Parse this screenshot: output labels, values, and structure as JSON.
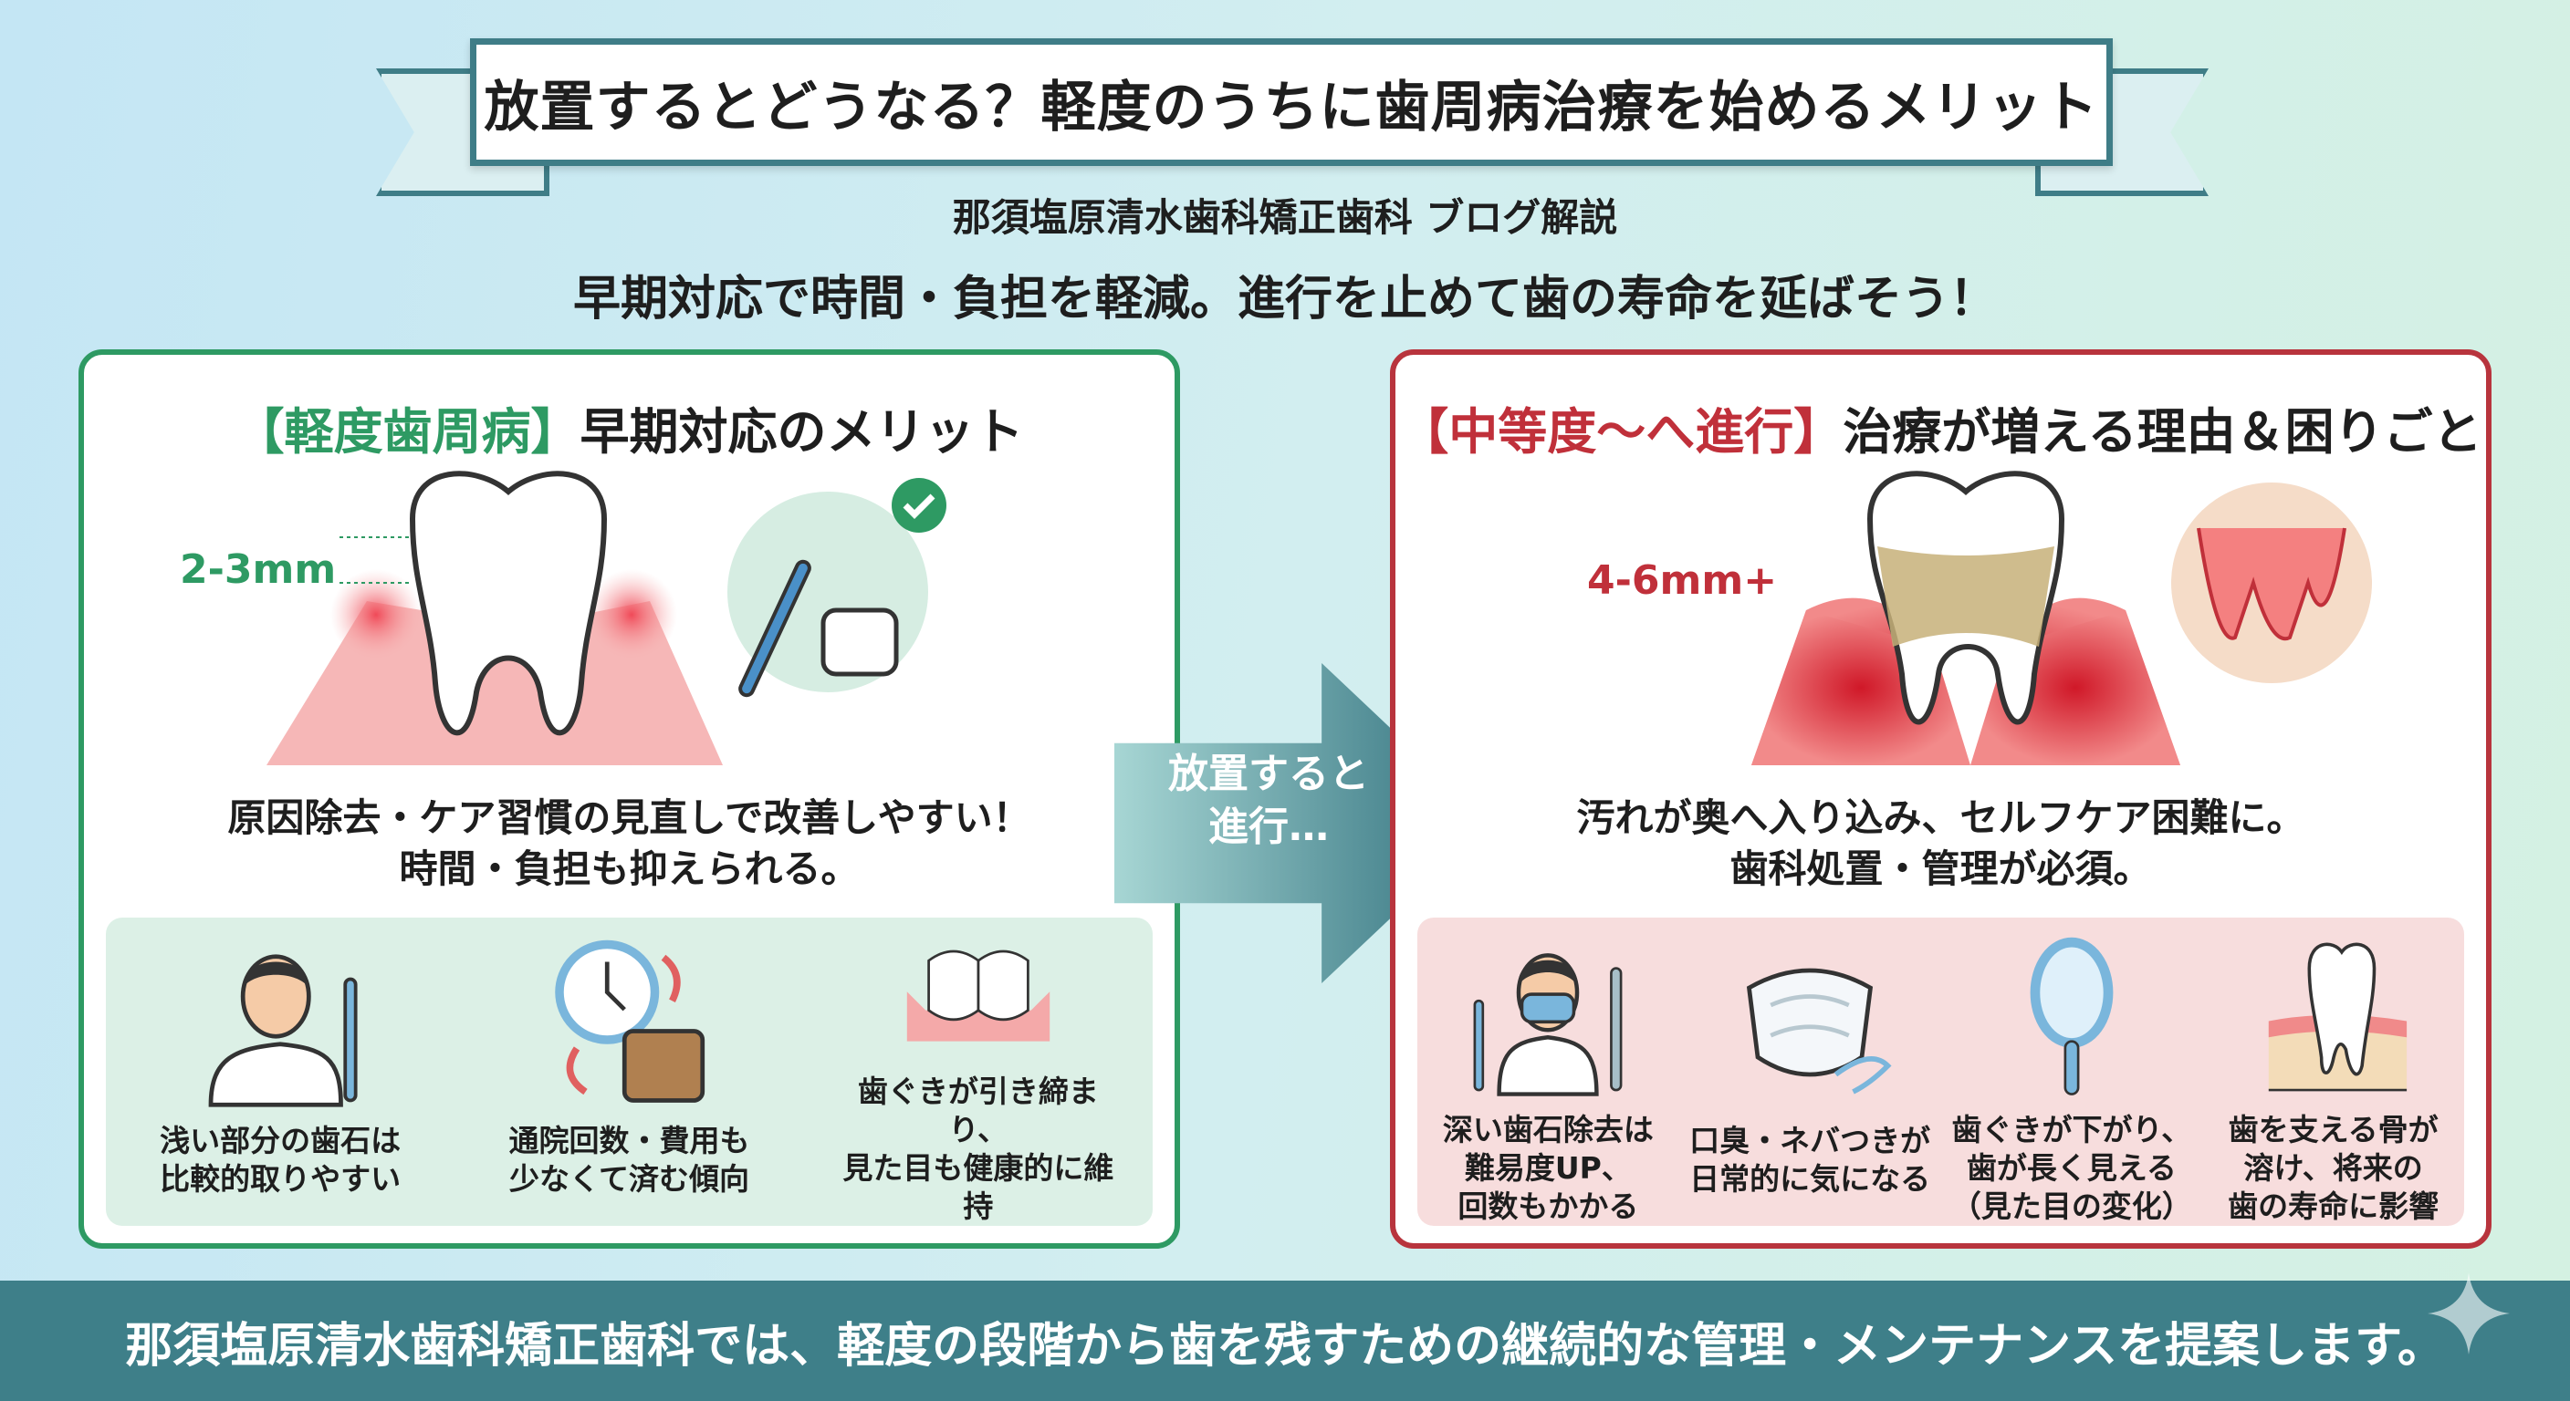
{
  "title": "放置するとどうなる？軽度のうちに歯周病治療を始めるメリット",
  "subtitle": "那須塩原清水歯科矯正歯科 ブログ解説",
  "tagline": "早期対応で時間・負担を軽減。進行を止めて歯の寿命を延ばそう！",
  "left": {
    "tag": "【軽度歯周病】",
    "heading": "早期対応のメリット",
    "depth": "2-3mm",
    "text1": "原因除去・ケア習慣の見直しで改善しやすい！",
    "text2": "時間・負担も抑えられる。",
    "items": [
      {
        "icon": "dentist-icon",
        "label": "浅い部分の歯石は\n比較的取りやすい"
      },
      {
        "icon": "clock-wallet-icon",
        "label": "通院回数・費用も\n少なくて済む傾向"
      },
      {
        "icon": "healthy-gums-icon",
        "label": "歯ぐきが引き締まり、\n見た目も健康的に維持"
      }
    ]
  },
  "arrow": "放置すると\n進行…",
  "right": {
    "tag": "【中等度〜へ進行】",
    "heading": "治療が増える理由＆困りごと",
    "depth": "4-6mm+",
    "text1": "汚れが奥へ入り込み、セルフケア困難に。",
    "text2": "歯科処置・管理が必須。",
    "items": [
      {
        "icon": "masked-dentist-icon",
        "label": "深い歯石除去は\n難易度UP、\n回数もかかる"
      },
      {
        "icon": "mask-breath-icon",
        "label": "口臭・ネバつきが\n日常的に気になる"
      },
      {
        "icon": "mirror-icon",
        "label": "歯ぐきが下がり、\n歯が長く見える\n（見た目の変化）"
      },
      {
        "icon": "loose-tooth-icon",
        "label": "歯を支える骨が\n溶け、将来の\n歯の寿命に影響"
      }
    ]
  },
  "footer": "那須塩原清水歯科矯正歯科では、軽度の段階から歯を残すための継続的な管理・メンテナンスを提案します。",
  "colors": {
    "green": "#2e9a63",
    "red": "#b8343d",
    "teal": "#3e7f89"
  }
}
